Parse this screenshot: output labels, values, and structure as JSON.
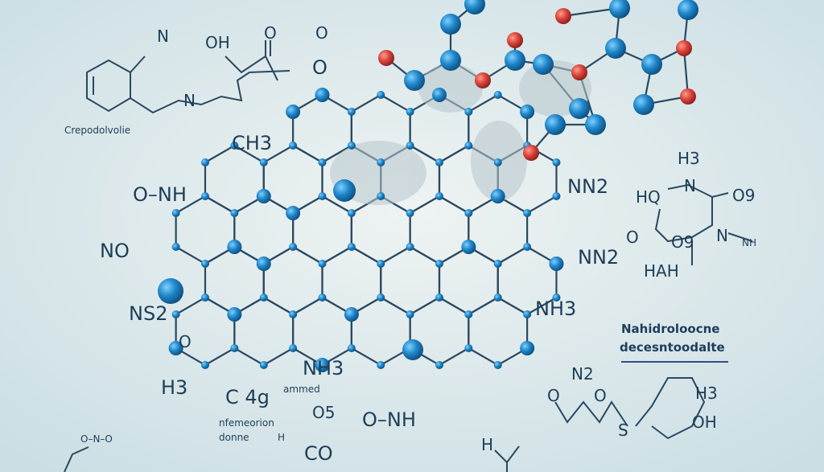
{
  "colors": {
    "background": "#e4ecee",
    "bond": "#2a4860",
    "atom_blue": "#1f86c9",
    "atom_red": "#d8443c"
  },
  "labels": {
    "n_top": "N",
    "oh_top": "OH",
    "o_top1": "O",
    "o_top2": "O",
    "o_top3": "O",
    "nh_mid": "N",
    "caption_left": "Crepodolvolie",
    "ch3": "CH3",
    "nh_left": "O–NH",
    "no_left": "NO",
    "ns2_left": "NS2",
    "o_left": "O",
    "h3_bottom": "H3",
    "c4g": "C 4g",
    "caption_c4g": "ammed",
    "caption_bottom1": "nfemeorion",
    "caption_bottom2": "donne",
    "h_bottom": "H",
    "nh3_bottom": "NH3",
    "nh_bottom": "O–NH",
    "o_co": "O5",
    "co": "CO",
    "nn2_right": "NN2",
    "nn2_right2": "NN2",
    "nh3_right": "NH3",
    "h3_right": "H3",
    "hq_right": "HQ",
    "n_right": "N",
    "o9_right": "O9",
    "o_right": "O",
    "o9_right2": "O9",
    "n_right2": "N",
    "nh_right": "NH",
    "hah_right": "HAH",
    "title_right1": "Nahidroloocne",
    "title_right2": "decesntoodalte",
    "n2_br": "N2",
    "o_br": "O",
    "o_br2": "O",
    "s_br": "S",
    "h3_br": "H3",
    "oh_br": "OH",
    "h_br": "H",
    "o_bl": "O–N–O"
  }
}
